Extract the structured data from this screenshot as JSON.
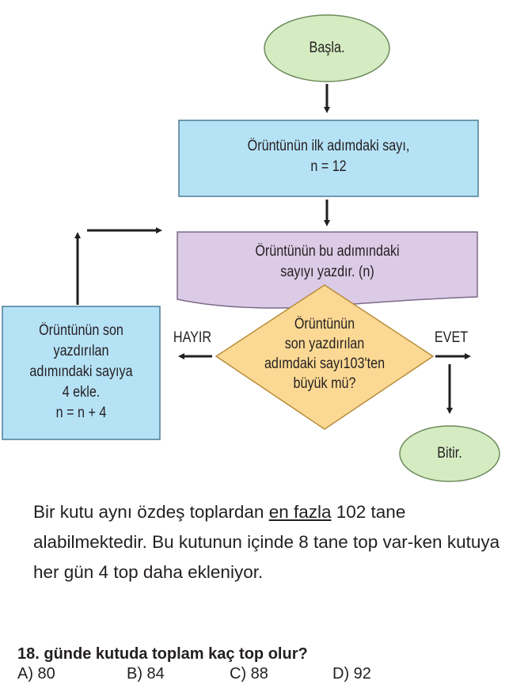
{
  "flowchart": {
    "start": "Başla.",
    "init_line1": "Örüntünün ilk adımdaki sayı,",
    "init_line2": "n = 12",
    "print_line1": "Örüntünün bu adımındaki",
    "print_line2": "sayıyı yazdır. (n)",
    "decision_lines": [
      "Örüntünün",
      "son yazdırılan",
      "adımdaki sayı103'ten",
      "büyük mü?"
    ],
    "no_label": "HAYIR",
    "yes_label": "EVET",
    "update_lines": [
      "Örüntünün son",
      "yazdırılan",
      "adımındaki sayıya",
      "4 ekle.",
      "n = n + 4"
    ],
    "end": "Bitir."
  },
  "problem": {
    "text_before": "Bir kutu aynı özdeş toplardan ",
    "underlined": "en fazla",
    "text_after": " 102 tane alabilmektedir. Bu kutunun içinde 8 tane top var-ken kutuya her gün 4 top daha ekleniyor.",
    "question": "18. günde kutuda toplam kaç top olur?",
    "options": [
      "A) 80",
      "B) 84",
      "C) 88",
      "D) 92"
    ]
  },
  "colors": {
    "green": "#d5ecc2",
    "blue": "#b6e2f6",
    "purple": "#dccbe6",
    "orange": "#fbd994"
  }
}
